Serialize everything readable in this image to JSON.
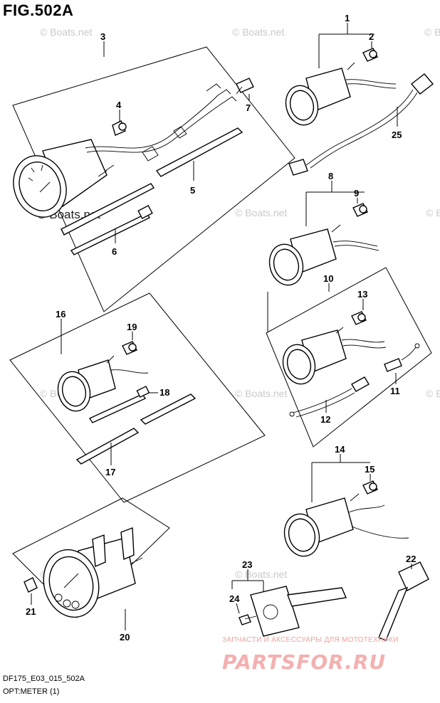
{
  "figure": {
    "title": "FIG.502A",
    "model_code": "DF175_E03_015_502A",
    "caption": "OPT:METER (1)"
  },
  "watermarks": {
    "boats": "© Boats.net",
    "dealer_line": "ЗАПЧАСТИ И АКСЕССУАРЫ ДЛЯ МОТОТЕХНИКИ",
    "dealer_logo": "PARTSFOR.RU"
  },
  "callouts": [
    {
      "id": "c1",
      "label": "1"
    },
    {
      "id": "c2",
      "label": "2"
    },
    {
      "id": "c3",
      "label": "3"
    },
    {
      "id": "c4",
      "label": "4"
    },
    {
      "id": "c5",
      "label": "5"
    },
    {
      "id": "c6",
      "label": "6"
    },
    {
      "id": "c7",
      "label": "7"
    },
    {
      "id": "c8",
      "label": "8"
    },
    {
      "id": "c9",
      "label": "9"
    },
    {
      "id": "c10",
      "label": "10"
    },
    {
      "id": "c11",
      "label": "11"
    },
    {
      "id": "c12",
      "label": "12"
    },
    {
      "id": "c13",
      "label": "13"
    },
    {
      "id": "c14",
      "label": "14"
    },
    {
      "id": "c15",
      "label": "15"
    },
    {
      "id": "c16",
      "label": "16"
    },
    {
      "id": "c17",
      "label": "17"
    },
    {
      "id": "c18",
      "label": "18"
    },
    {
      "id": "c19",
      "label": "19"
    },
    {
      "id": "c20",
      "label": "20"
    },
    {
      "id": "c21",
      "label": "21"
    },
    {
      "id": "c22",
      "label": "22"
    },
    {
      "id": "c23",
      "label": "23"
    },
    {
      "id": "c24",
      "label": "24"
    },
    {
      "id": "c25",
      "label": "25"
    }
  ]
}
